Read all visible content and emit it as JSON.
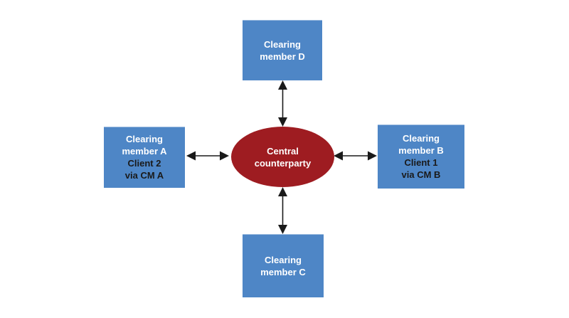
{
  "diagram": {
    "type": "hub-and-spoke",
    "center": {
      "name": "central-counterparty",
      "shape": "ellipse",
      "lines": [
        "Central",
        "counterparty"
      ]
    },
    "nodes": {
      "top": {
        "name": "clearing-member-d",
        "shape": "rectangle",
        "lines": [
          "Clearing",
          "member D"
        ]
      },
      "left": {
        "name": "clearing-member-a",
        "shape": "rectangle",
        "lines": [
          "Clearing",
          "member A",
          "Client 2",
          "via CM A"
        ]
      },
      "right": {
        "name": "clearing-member-b",
        "shape": "rectangle",
        "lines": [
          "Clearing",
          "member B",
          "Client 1",
          "via CM B"
        ]
      },
      "bottom": {
        "name": "clearing-member-c",
        "shape": "rectangle",
        "lines": [
          "Clearing",
          "member C"
        ]
      }
    },
    "links": [
      {
        "from": "central-counterparty",
        "to": "clearing-member-d",
        "style": "double-headed-arrow"
      },
      {
        "from": "central-counterparty",
        "to": "clearing-member-a",
        "style": "double-headed-arrow"
      },
      {
        "from": "central-counterparty",
        "to": "clearing-member-b",
        "style": "double-headed-arrow"
      },
      {
        "from": "central-counterparty",
        "to": "clearing-member-c",
        "style": "double-headed-arrow"
      }
    ],
    "colors": {
      "member_box": "#4e86c6",
      "central_ellipse": "#9e1c21",
      "arrow": "#1a1a1a",
      "text_light": "#ffffff",
      "text_dark": "#1a1a1a",
      "background": "#ffffff"
    }
  }
}
